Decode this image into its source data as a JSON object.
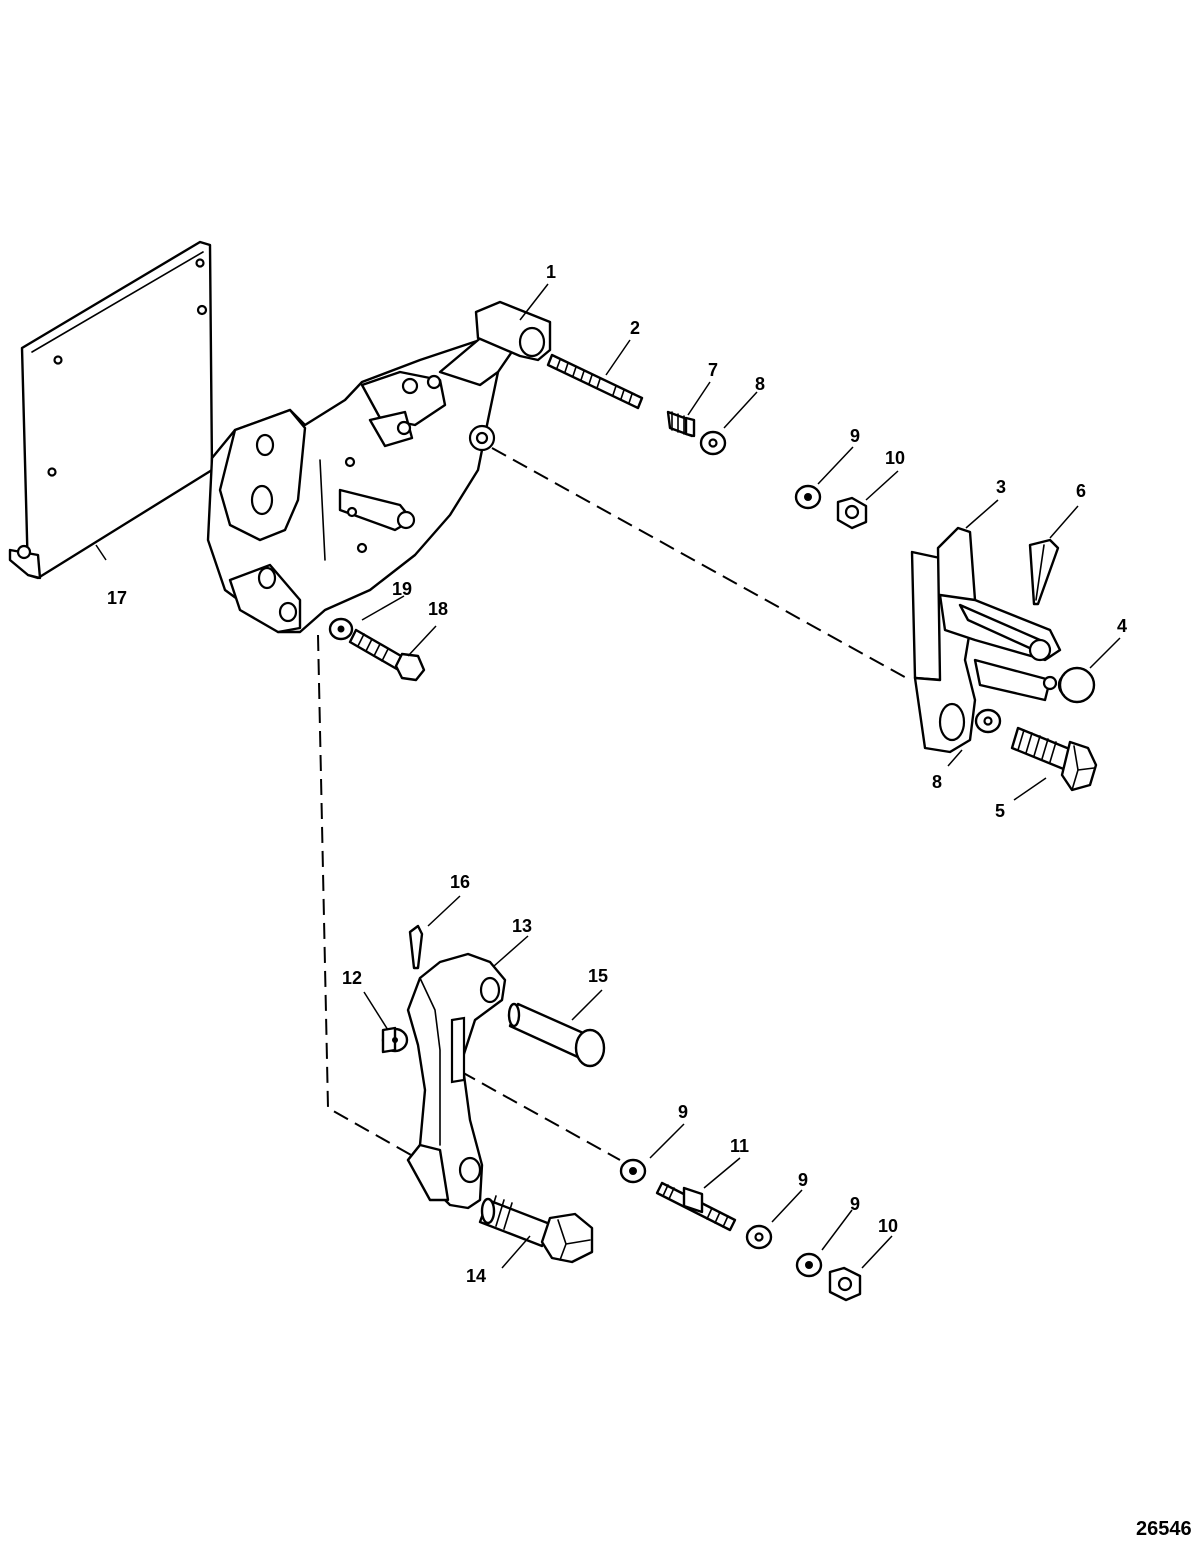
{
  "figure_number": "26546",
  "callouts": {
    "c1": "1",
    "c2": "2",
    "c3": "3",
    "c4": "4",
    "c5": "5",
    "c6": "6",
    "c7": "7",
    "c8a": "8",
    "c8b": "8",
    "c9a": "9",
    "c9b": "9",
    "c9c": "9",
    "c9d": "9",
    "c10a": "10",
    "c10b": "10",
    "c11": "11",
    "c12": "12",
    "c13": "13",
    "c14": "14",
    "c15": "15",
    "c16": "16",
    "c17": "17",
    "c18": "18",
    "c19": "19"
  }
}
